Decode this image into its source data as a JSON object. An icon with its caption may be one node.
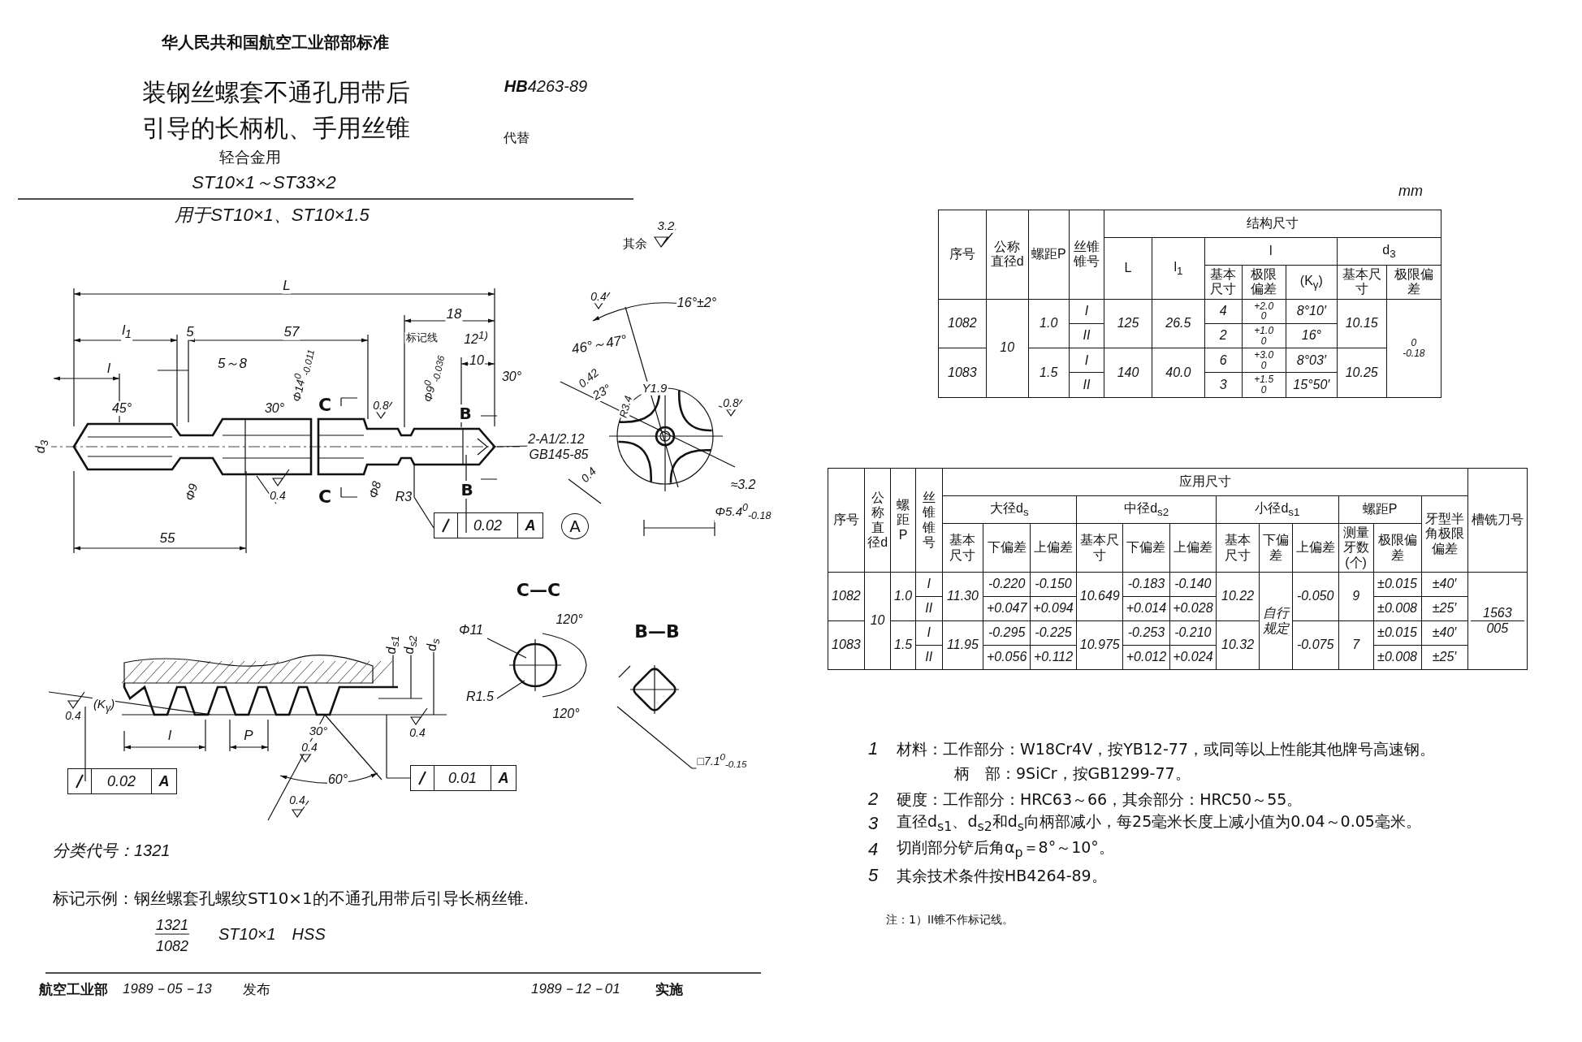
{
  "diagram": {
    "title": "装钢丝螺套不通孔用带后引导的长柄机、手用丝锥",
    "labels": [
      "华人民共和国航空工业部部标准",
      "**HB**4263-89",
      "代替",
      "轻合金用",
      "ST10×1～ST33×2",
      "用于ST10×1、ST10×1.5",
      "其余",
      "3.2",
      "L",
      "l$_{1}$",
      "5",
      "57",
      "18",
      "标记线",
      "12$^{1)}$",
      "l",
      "5～8",
      "10",
      "45°",
      "30°",
      "Φ14$^{0}$$_{-0.011}$",
      "30°",
      "C",
      "0.8",
      "Φ9$^{0}$$_{-0.036}$",
      "B",
      "d$_{3}$",
      "2-A1/2.12",
      "GB145-85",
      "C",
      "Φ8",
      "R3",
      "B",
      "Φ9",
      "0.4",
      "0.4",
      "0.02",
      "A",
      "A",
      "55",
      "0.4",
      "16°±2°",
      "46°～47°",
      "0.42",
      "23°",
      "R3.4",
      "Y1.9",
      "0.8",
      "≈3.2",
      "Φ5.4$^{0}$$_{-0.18}$",
      "d$_{s1}$",
      "d$_{s2}$",
      "d$_{s}$",
      "0.4",
      "(K$_{γ}$)",
      "l",
      "P",
      "30°",
      "0.4",
      "0.4",
      "60°",
      "0.4",
      "0.02",
      "A",
      "0.01",
      "A",
      "C—C",
      "Φ11",
      "120°",
      "R1.5",
      "120°",
      "B—B",
      "□7.1$^{0}$$_{-0.15}$",
      "分类代号：1321",
      "标记示例：钢丝螺套孔螺纹ST10×1的不通孔用带后引导长柄丝锥.",
      "1321",
      "1082",
      "ST10×1　HSS",
      "航空工业部",
      "1989－05－13",
      "发布",
      "1989－12－01",
      "实施",
      "mm",
      "序号",
      "公称直径d",
      "螺距P",
      "丝锥锥号",
      "结构尺寸",
      "L",
      "l$_{1}$",
      "l",
      "d$_{3}$",
      "基本尺寸",
      "极限偏差",
      "(K$_{γ}$)",
      "基本尺寸",
      "极限偏差",
      "1082",
      "10",
      "1.0",
      "I",
      "125",
      "26.5",
      "4",
      "$^{+2.0}$$_{0}$",
      "8°10′",
      "10.15",
      "$^{0}$$_{-0.18}$",
      "II",
      "2",
      "$^{+1.0}$$_{0}$",
      "16°",
      "1083",
      "1.5",
      "I",
      "140",
      "40.0",
      "6",
      "$^{+3.0}$$_{0}$",
      "8°03′",
      "10.25",
      "II",
      "3",
      "$^{+1.5}$$_{0}$",
      "15°50′",
      "序号",
      "公称直径d",
      "螺距P",
      "丝锥锥号",
      "应用尺寸",
      "槽铣刀号",
      "大径d$_{s}$",
      "中径d$_{s2}$",
      "小径d$_{s1}$",
      "螺距P",
      "牙型半角极限偏差",
      "基本尺寸",
      "下偏差",
      "上偏差",
      "基本尺寸",
      "下偏差",
      "上偏差",
      "基本尺寸",
      "下偏差",
      "上偏差",
      "测量牙数(个)",
      "极限偏差",
      "1082",
      "10",
      "1.0",
      "I",
      "11.30",
      "-0.220",
      "-0.150",
      "10.649",
      "-0.183",
      "-0.140",
      "10.22",
      "自行规定",
      "-0.050",
      "9",
      "±0.015",
      "±40′",
      "1563",
      "005",
      "II",
      "+0.047",
      "+0.094",
      "+0.014",
      "+0.028",
      "±0.008",
      "±25′",
      "1083",
      "1.5",
      "I",
      "11.95",
      "-0.295",
      "-0.225",
      "10.975",
      "-0.253",
      "-0.210",
      "10.32",
      "-0.075",
      "7",
      "±0.015",
      "±40′",
      "II",
      "+0.056",
      "+0.112",
      "+0.012",
      "+0.024",
      "±0.008",
      "±25′",
      "1",
      "材料：工作部分：W18Cr4V，按YB12-77，或同等以上性能其他牌号高速钢。",
      "柄　部：9SiCr，按GB1299-77。",
      "2",
      "硬度：工作部分：HRC63～66，其余部分：HRC50～55。",
      "3",
      "直径d$_{s1}$、d$_{s2}$和d$_{s}$向柄部减小，每25毫米长度上减小值为0.04～0.05毫米。",
      "4",
      "切削部分铲后角α$_{p}$＝8°～10°。",
      "5",
      "其余技术条件按HB4264-89。",
      "注：1）II锥不作标记线。"
    ]
  }
}
